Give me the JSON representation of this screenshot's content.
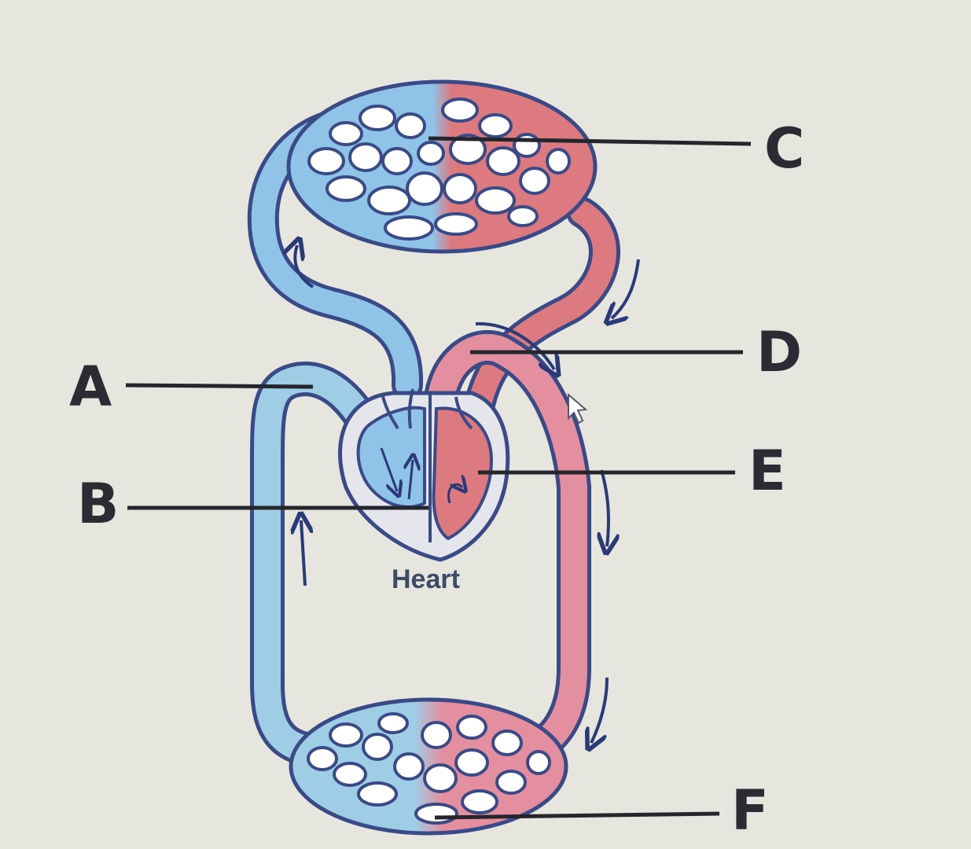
{
  "diagram": {
    "heart_label": "Heart",
    "labels": {
      "a": "A",
      "b": "B",
      "c": "C",
      "d": "D",
      "e": "E",
      "f": "F"
    }
  },
  "colors": {
    "background": "#e6e6df",
    "deoxygenated": "#8fc4e8",
    "oxygenated": "#dc7a80",
    "outline": "#3a4a86",
    "leader_line": "#25252c"
  }
}
